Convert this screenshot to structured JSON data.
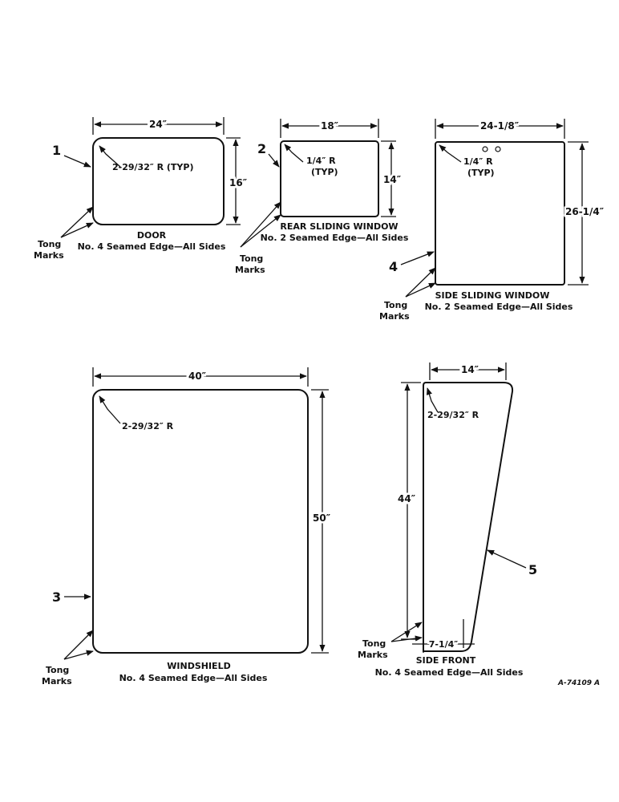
{
  "door": {
    "callout": "1",
    "width": "24″",
    "height": "16″",
    "radius": "2-29/32″ R (TYP)",
    "title": "DOOR",
    "note": "No. 4 Seamed Edge—All Sides",
    "tong_line1": "Tong",
    "tong_line2": "Marks"
  },
  "rear_window": {
    "callout": "2",
    "width": "18″",
    "height": "14″",
    "radius_line1": "1/4″ R",
    "radius_line2": "(TYP)",
    "title": "REAR SLIDING WINDOW",
    "note": "No. 2 Seamed Edge—All Sides",
    "tong_line1": "Tong",
    "tong_line2": "Marks"
  },
  "side_window": {
    "callout": "4",
    "width": "24-1/8″",
    "height": "26-1/4″",
    "radius_line1": "1/4″ R",
    "radius_line2": "(TYP)",
    "title": "SIDE SLIDING WINDOW",
    "note": "No. 2 Seamed Edge—All Sides",
    "tong_line1": "Tong",
    "tong_line2": "Marks"
  },
  "windshield": {
    "callout": "3",
    "width": "40″",
    "height": "50″",
    "radius": "2-29/32″ R",
    "title": "WINDSHIELD",
    "note": "No. 4 Seamed Edge—All Sides",
    "tong_line1": "Tong",
    "tong_line2": "Marks"
  },
  "side_front": {
    "callout": "5",
    "top_width": "14″",
    "height": "44″",
    "bottom_width": "7-1/4″",
    "radius": "2-29/32″ R",
    "title": "SIDE FRONT",
    "note": "No. 4 Seamed Edge—All Sides",
    "tong_line1": "Tong",
    "tong_line2": "Marks"
  },
  "figure_number": "A-74109 A"
}
